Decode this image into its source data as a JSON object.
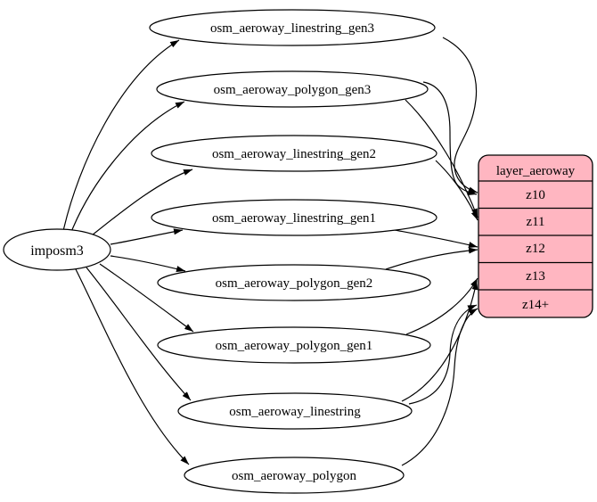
{
  "diagram": {
    "source": {
      "label": "imposm3"
    },
    "tables": [
      {
        "label": "osm_aeroway_linestring_gen3"
      },
      {
        "label": "osm_aeroway_polygon_gen3"
      },
      {
        "label": "osm_aeroway_linestring_gen2"
      },
      {
        "label": "osm_aeroway_linestring_gen1"
      },
      {
        "label": "osm_aeroway_polygon_gen2"
      },
      {
        "label": "osm_aeroway_polygon_gen1"
      },
      {
        "label": "osm_aeroway_linestring"
      },
      {
        "label": "osm_aeroway_polygon"
      }
    ],
    "layer": {
      "title": "layer_aeroway",
      "zoom_rows": [
        {
          "label": "z10"
        },
        {
          "label": "z11"
        },
        {
          "label": "z12"
        },
        {
          "label": "z13"
        },
        {
          "label": "z14+"
        }
      ]
    },
    "edges": [
      {
        "from": "imposm3",
        "to": "osm_aeroway_linestring_gen3"
      },
      {
        "from": "imposm3",
        "to": "osm_aeroway_polygon_gen3"
      },
      {
        "from": "imposm3",
        "to": "osm_aeroway_linestring_gen2"
      },
      {
        "from": "imposm3",
        "to": "osm_aeroway_linestring_gen1"
      },
      {
        "from": "imposm3",
        "to": "osm_aeroway_polygon_gen2"
      },
      {
        "from": "imposm3",
        "to": "osm_aeroway_polygon_gen1"
      },
      {
        "from": "imposm3",
        "to": "osm_aeroway_linestring"
      },
      {
        "from": "imposm3",
        "to": "osm_aeroway_polygon"
      },
      {
        "from": "osm_aeroway_linestring_gen3",
        "to": "layer_aeroway:z10"
      },
      {
        "from": "osm_aeroway_polygon_gen3",
        "to": "layer_aeroway:z10"
      },
      {
        "from": "osm_aeroway_polygon_gen3",
        "to": "layer_aeroway:z11"
      },
      {
        "from": "osm_aeroway_linestring_gen2",
        "to": "layer_aeroway:z11"
      },
      {
        "from": "osm_aeroway_linestring_gen1",
        "to": "layer_aeroway:z12"
      },
      {
        "from": "osm_aeroway_polygon_gen2",
        "to": "layer_aeroway:z12"
      },
      {
        "from": "osm_aeroway_polygon_gen1",
        "to": "layer_aeroway:z13"
      },
      {
        "from": "osm_aeroway_linestring",
        "to": "layer_aeroway:z13"
      },
      {
        "from": "osm_aeroway_linestring",
        "to": "layer_aeroway:z14+"
      },
      {
        "from": "osm_aeroway_polygon",
        "to": "layer_aeroway:z14+"
      }
    ],
    "colors": {
      "layer_fill": "#ffb6c1",
      "table_fill": "#ffffff",
      "stroke": "#000000",
      "background": "#ffffff"
    }
  }
}
